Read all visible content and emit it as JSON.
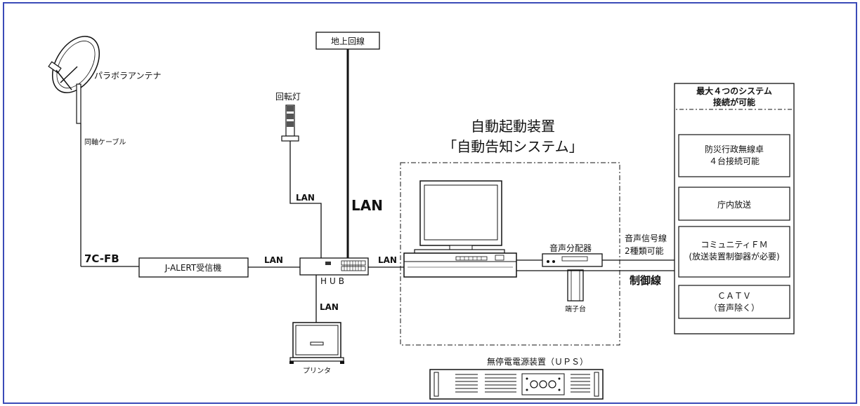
{
  "labels": {
    "parabola_antenna": "パラボラアンテナ",
    "coax_cable": "同軸ケーブル",
    "cable_7cfb": "7C-FB",
    "jalert_receiver": "J-ALERT受信機",
    "rotating_light": "回転灯",
    "ground_line": "地上回線",
    "lan": "LAN",
    "hub": "HUB",
    "printer": "プリンタ",
    "auto_start_title": "自動起動装置",
    "auto_notify_title": "「自動告知システム」",
    "audio_distributor": "音声分配器",
    "terminal_block": "端子台",
    "audio_signal_line_1": "音声信号線",
    "audio_signal_line_2": "2種類可能",
    "control_line": "制御線",
    "ups": "無停電電源装置（ＵＰＳ）",
    "system_panel_title_1": "最大４つのシステム",
    "system_panel_title_2": "接続が可能",
    "box_bousai_1": "防災行政無線卓",
    "box_bousai_2": "４台接続可能",
    "box_chounai": "庁内放送",
    "box_community_fm_1": "コミュニティＦＭ",
    "box_community_fm_2": "(放送装置制御器が必要)",
    "box_catv_1": "ＣＡＴＶ",
    "box_catv_2": "（音声除く）"
  },
  "colors": {
    "frame": "#3b4bb8",
    "line": "#111111"
  }
}
